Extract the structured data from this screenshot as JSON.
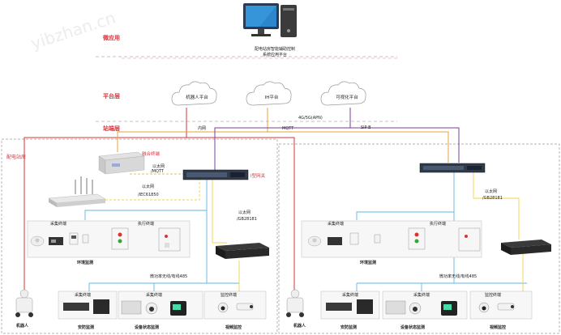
{
  "watermark": "yibzhan.cn",
  "layers": {
    "app": "微应用",
    "platform": "平台层",
    "station": "站端层"
  },
  "app_platform": {
    "line1": "配电站房智能辅助控制",
    "line2": "系统应用平台"
  },
  "clouds": {
    "robot": "机器人平台",
    "iot": "IH平台",
    "visual": "可视化平台"
  },
  "links": {
    "intranet": "内网",
    "mqtt": "MQTT",
    "four_g": "4G/5G(APN)",
    "sip": "SIP-B"
  },
  "left_station": {
    "title": "配电站房",
    "fusion_terminal": "融合终端",
    "gateway": "I型网关",
    "eth_mqtt_1": "以太网",
    "eth_mqtt_2": "/MQTT",
    "eth_iec_1": "以太网",
    "eth_iec_2": "/IEC61850",
    "eth_gb_1": "以太网",
    "eth_gb_2": "/GB28181",
    "collect": "采集终端",
    "execute": "执行终端",
    "env": "环境监测",
    "micro": "微功率无线/有线485",
    "robot": "机器人",
    "security_collect": "采集终端",
    "security": "安防监测",
    "equip_collect": "采集终端",
    "equip": "设备状态监测",
    "video_terminal": "监控终端",
    "video": "视频监控"
  },
  "right_station": {
    "eth_gb_1": "以太网",
    "eth_gb_2": "/GB28181",
    "collect": "采集终端",
    "execute": "执行终端",
    "env": "环境监测",
    "micro": "微功率无线/有线485",
    "robot": "机器人",
    "security_collect": "采集终端",
    "security": "安防监测",
    "equip_collect": "采集终端",
    "equip": "设备状态监测",
    "video_terminal": "监控终端",
    "video": "视频监控"
  },
  "colors": {
    "red": "#d9333a",
    "orange": "#e8a23a",
    "yellow": "#f2d34a",
    "purple": "#7b3f9e",
    "blue": "#5cb7e0",
    "gray_dash": "#9a9a9a"
  }
}
